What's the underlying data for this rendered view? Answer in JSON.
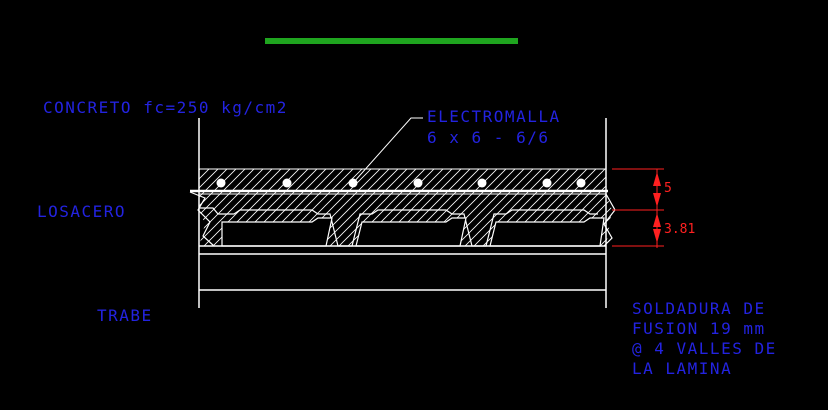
{
  "labels": {
    "concrete": "CONCRETO fc=250 kg/cm2",
    "mesh_line1": "ELECTROMALLA",
    "mesh_line2": "6 x 6 - 6/6",
    "deck": "LOSACERO",
    "beam": "TRABE",
    "weld_line1": "SOLDADURA DE",
    "weld_line2": "FUSION 19 mm",
    "weld_line3": "@ 4 VALLES DE",
    "weld_line4": "LA LAMINA"
  },
  "dimensions": {
    "top_slab": "5",
    "deck_depth": "3.81"
  },
  "colors": {
    "background": "#000000",
    "title_bar": "#1fa51f",
    "text": "#2323e0",
    "dimension": "#ff2020",
    "linework": "#ffffff"
  }
}
